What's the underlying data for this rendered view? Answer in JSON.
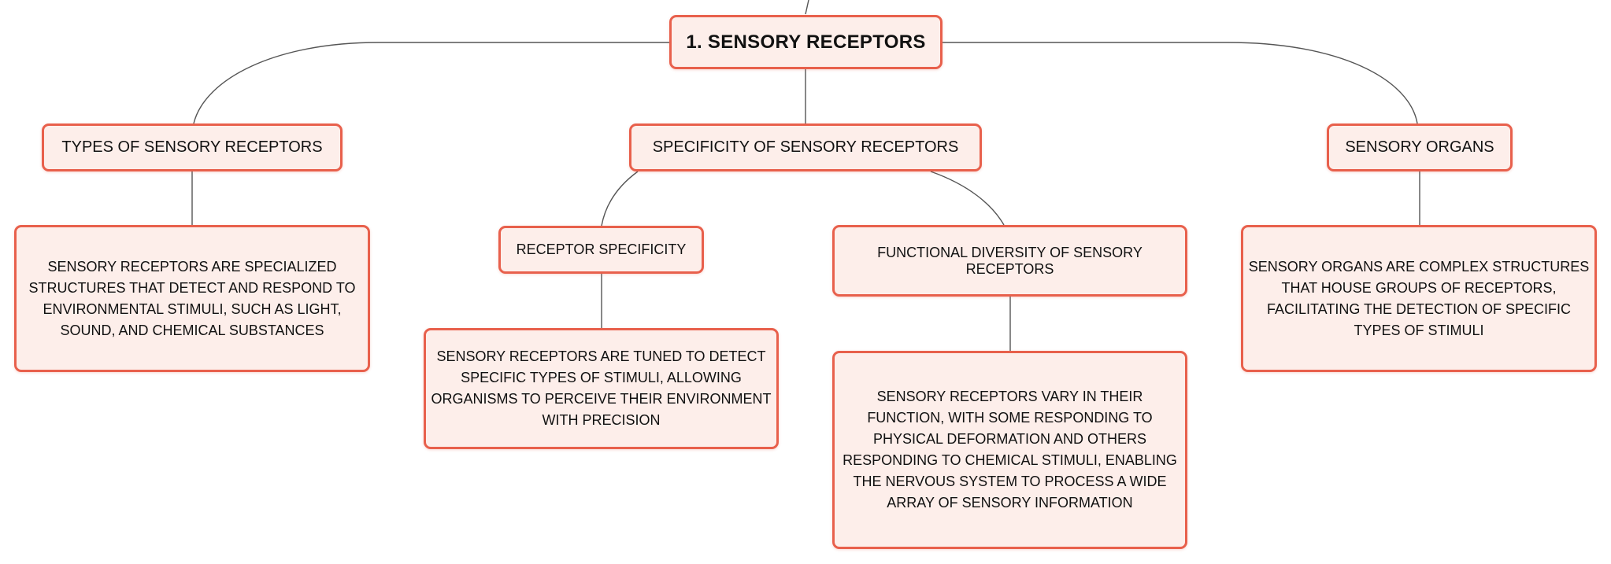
{
  "diagram": {
    "root": {
      "label": "1. SENSORY RECEPTORS"
    },
    "topics": [
      {
        "label": "TYPES OF SENSORY RECEPTORS"
      },
      {
        "label": "SPECIFICITY OF SENSORY RECEPTORS"
      },
      {
        "label": "SENSORY ORGANS"
      }
    ],
    "subtopics": [
      {
        "label": "RECEPTOR SPECIFICITY"
      },
      {
        "label": "FUNCTIONAL DIVERSITY OF SENSORY RECEPTORS"
      }
    ],
    "descriptions": [
      {
        "text": "SENSORY RECEPTORS ARE SPECIALIZED STRUCTURES THAT DETECT AND RESPOND TO ENVIRONMENTAL STIMULI, SUCH AS LIGHT, SOUND, AND CHEMICAL SUBSTANCES"
      },
      {
        "text": "SENSORY RECEPTORS ARE TUNED TO DETECT SPECIFIC TYPES OF STIMULI, ALLOWING ORGANISMS TO PERCEIVE THEIR ENVIRONMENT WITH PRECISION"
      },
      {
        "text": "SENSORY RECEPTORS VARY IN THEIR FUNCTION, WITH SOME RESPONDING TO PHYSICAL DEFORMATION AND OTHERS RESPONDING TO CHEMICAL STIMULI, ENABLING THE NERVOUS SYSTEM TO PROCESS A WIDE ARRAY OF SENSORY INFORMATION"
      },
      {
        "text": "SENSORY ORGANS ARE COMPLEX STRUCTURES THAT HOUSE GROUPS OF RECEPTORS, FACILITATING THE DETECTION OF SPECIFIC TYPES OF STIMULI"
      }
    ],
    "colors": {
      "node_border": "#e8604c",
      "node_fill": "#fdeeea",
      "connector": "#555555"
    }
  }
}
